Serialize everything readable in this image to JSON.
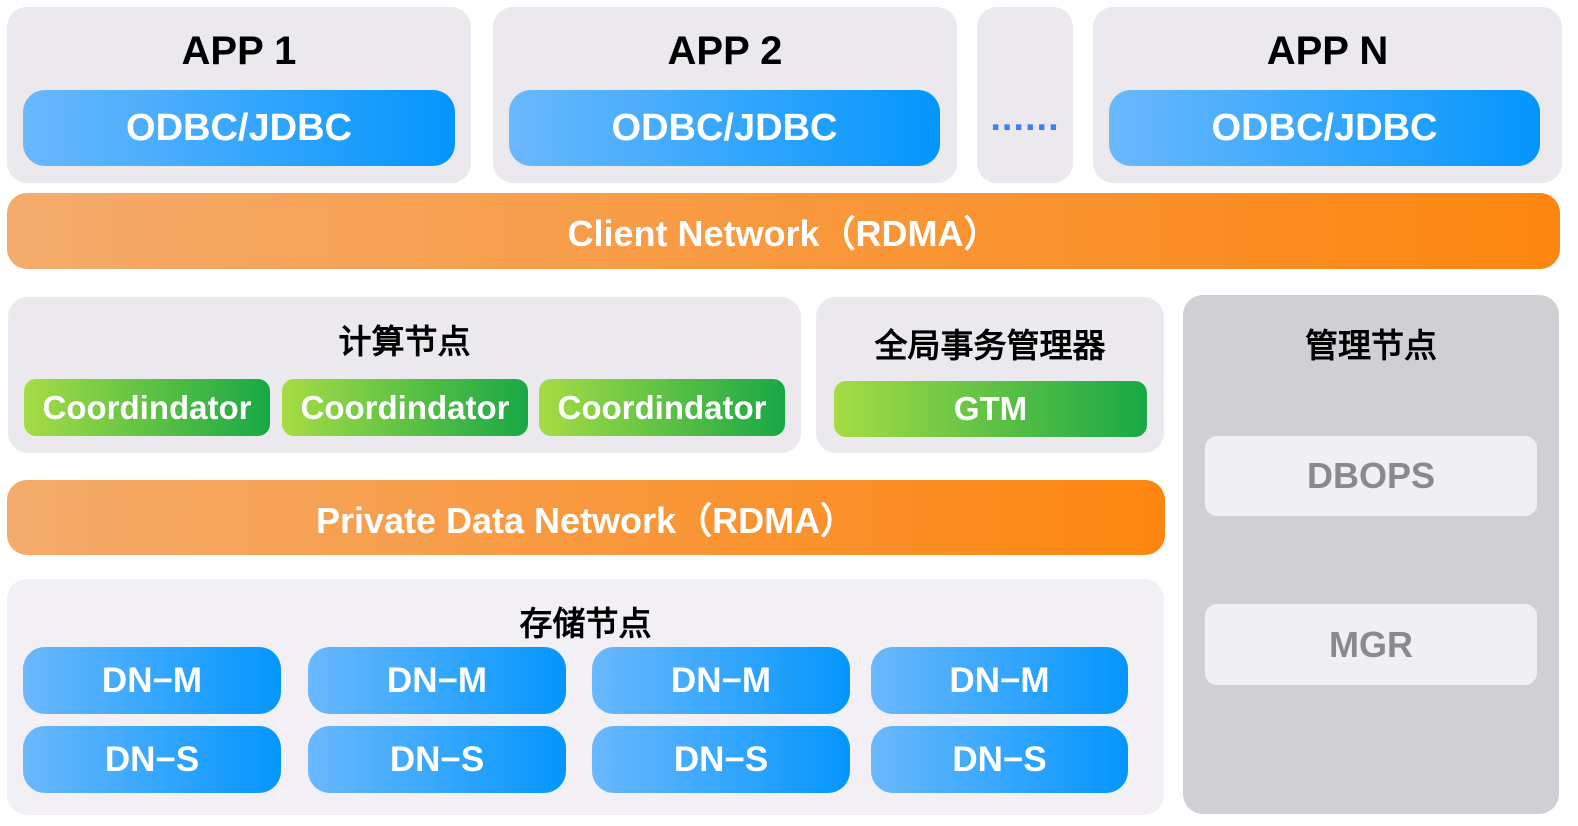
{
  "apps": [
    {
      "title": "APP 1",
      "driver": "ODBC/JDBC"
    },
    {
      "title": "APP 2",
      "driver": "ODBC/JDBC"
    },
    {
      "title": "APP N",
      "driver": "ODBC/JDBC"
    }
  ],
  "ellipsis": "......",
  "client_network": "Client Network（RDMA）",
  "compute": {
    "title": "计算节点",
    "nodes": [
      "Coordindator",
      "Coordindator",
      "Coordindator"
    ]
  },
  "gtm": {
    "title": "全局事务管理器",
    "node": "GTM"
  },
  "management": {
    "title": "管理节点",
    "items": [
      "DBOPS",
      "MGR"
    ]
  },
  "private_network": "Private Data Network（RDMA）",
  "storage": {
    "title": "存储节点",
    "master": "DN−M",
    "slave": "DN−S"
  },
  "colors": {
    "blue": "#0496fd",
    "green": "#18a845",
    "orange": "#fd860f",
    "panel": "#ebe9ee"
  }
}
